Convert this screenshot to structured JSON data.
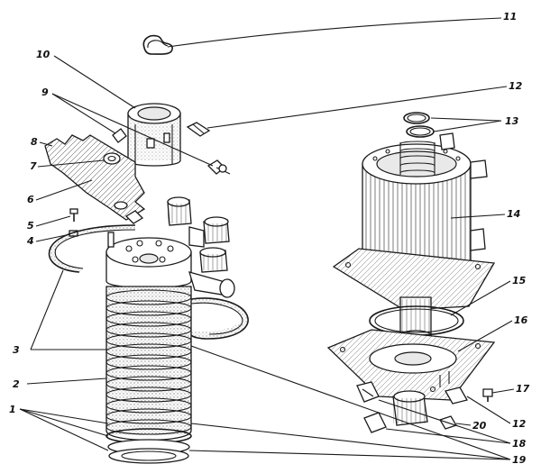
{
  "diagram": {
    "labels": {
      "l1": "1",
      "l2": "2",
      "l3": "3",
      "l4": "4",
      "l5": "5",
      "l6": "6",
      "l7": "7",
      "l8": "8",
      "l9": "9",
      "l10": "10",
      "l11": "11",
      "l12a": "12",
      "l12b": "12",
      "l13": "13",
      "l14": "14",
      "l15": "15",
      "l16": "16",
      "l17": "17",
      "l18": "18",
      "l19": "19",
      "l20": "20"
    }
  }
}
